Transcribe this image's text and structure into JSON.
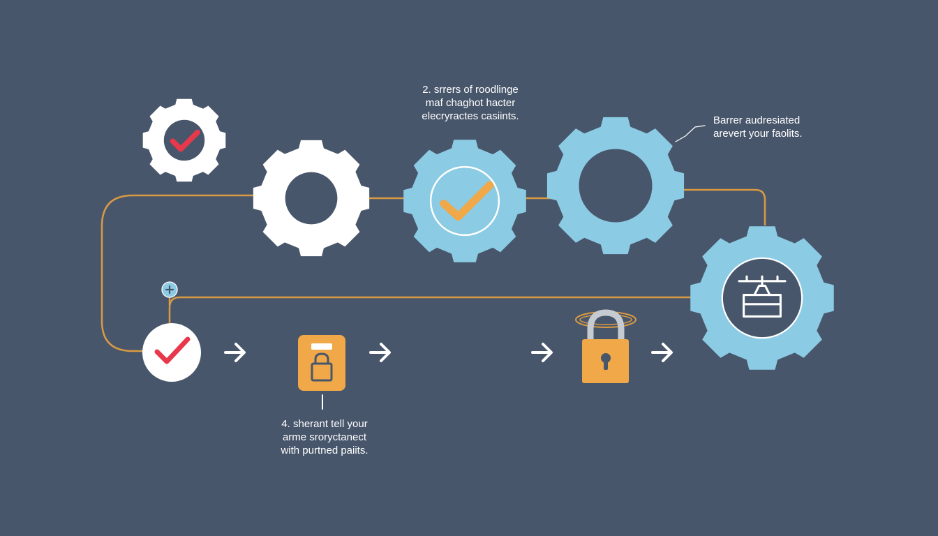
{
  "captions": {
    "step2": [
      "2. srrers of roodlinge",
      "maf chaghot hacter",
      "elecryractes casiints."
    ],
    "right": [
      "Barrer audresiated",
      "arevert your faolits."
    ],
    "step4": [
      "4. sherant tell your",
      "arme sroryctanect",
      "with purtned paiits."
    ]
  },
  "colors": {
    "background": "#48566b",
    "white": "#ffffff",
    "light_blue": "#8ccbe4",
    "orange": "#f0a848",
    "connector": "#d99a44",
    "red_check": "#e8394c"
  },
  "icons": [
    "gear-check-red-icon",
    "gear-icon",
    "gear-check-orange-icon",
    "gear-icon",
    "gear-machine-icon",
    "plus-icon",
    "circle-check-icon",
    "arrow-right-icon",
    "lock-badge-icon",
    "padlock-icon"
  ]
}
